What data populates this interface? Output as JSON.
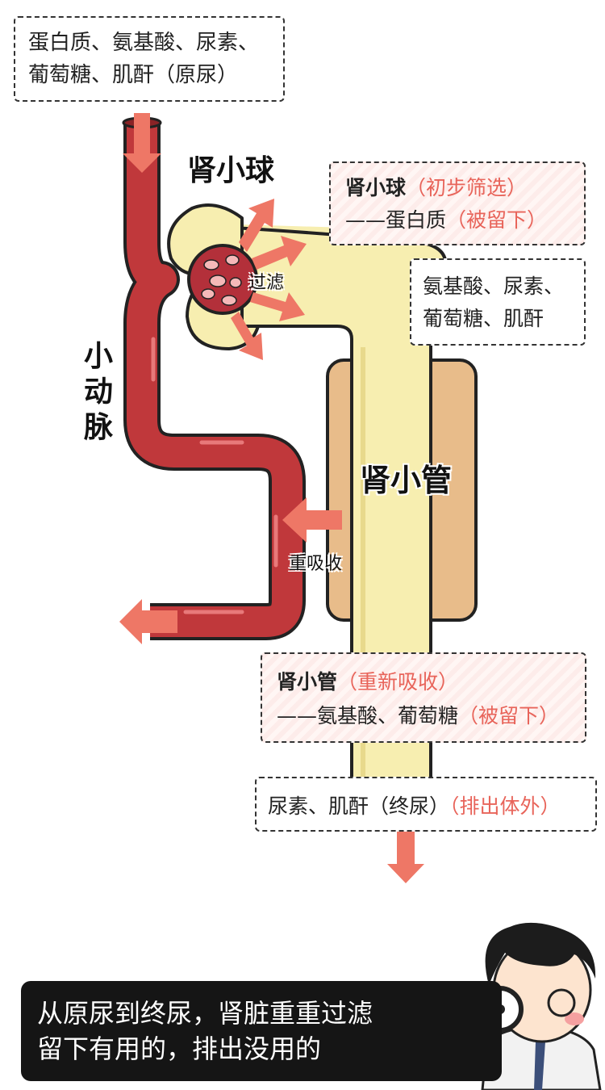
{
  "boxes": {
    "primary_urine_line1": "蛋白质、氨基酸、尿素、",
    "primary_urine_line2": "葡萄糖、肌酐（原尿）",
    "glomerulus_title": "肾小球",
    "glomerulus_stage": "（初步筛选）",
    "glomerulus_dash": "——蛋白质",
    "glomerulus_kept": "（被留下）",
    "filtrate_line1": "氨基酸、尿素、",
    "filtrate_line2": "葡萄糖、肌酐",
    "tubule_title": "肾小管",
    "tubule_stage": "（重新吸收）",
    "tubule_dash": "——氨基酸、葡萄糖",
    "tubule_kept": "（被留下）",
    "final_urine_text": "尿素、肌酐（终尿）",
    "final_urine_out": "（排出体外）"
  },
  "labels": {
    "glomerulus": "肾小球",
    "filtration": "过滤",
    "arteriole": [
      "小",
      "动",
      "脉"
    ],
    "tubule": "肾小管",
    "reabsorption": "重吸收"
  },
  "caption": {
    "line1": "从原尿到终尿，肾脏重重过滤",
    "line2": "留下有用的，排出没用的"
  },
  "colors": {
    "vessel": "#c0383b",
    "vessel_highlight": "#e8797a",
    "tubule": "#f7eeb0",
    "tubule_sheath": "#e8bc8a",
    "arrow": "#ee7766",
    "accent_text": "#e8645a"
  }
}
